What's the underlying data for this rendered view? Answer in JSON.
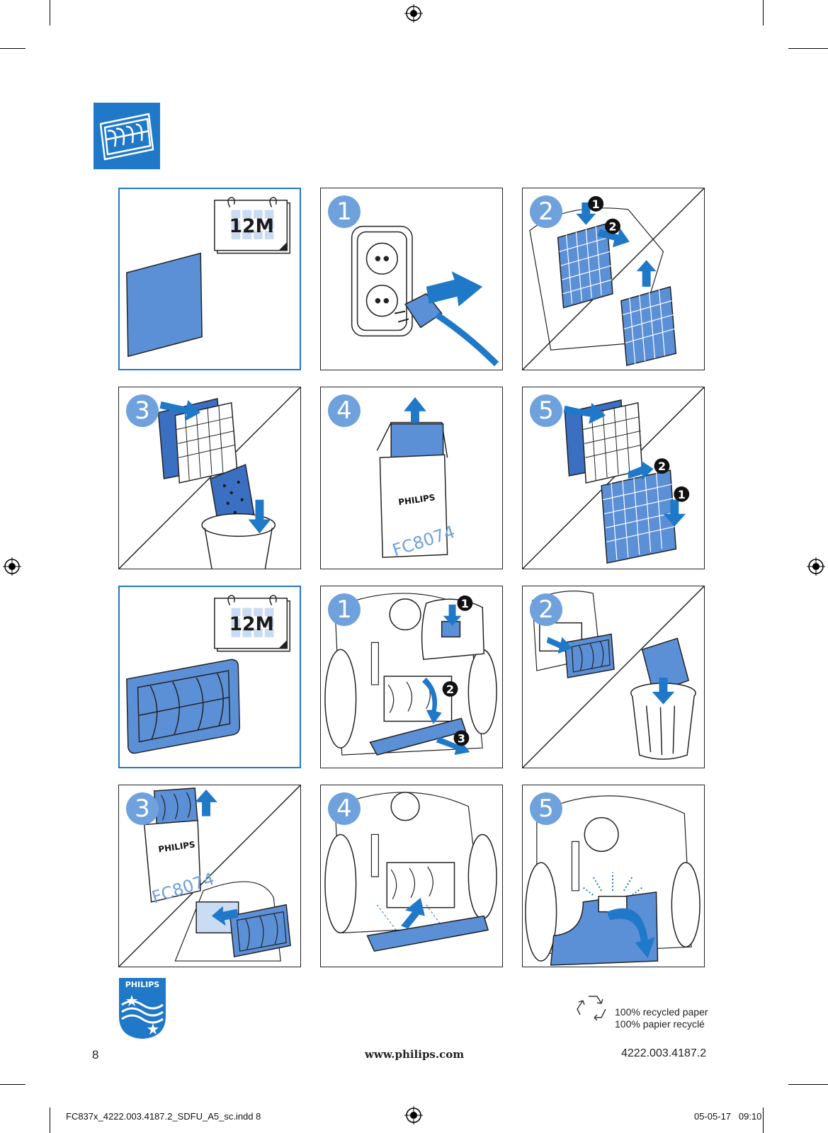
{
  "colors": {
    "philips_blue": "#1f78c8",
    "light_blue": "#6fa2dc",
    "filter_blue": "#5b8fd6",
    "line": "#222222"
  },
  "header": {
    "icon": "filter-icon"
  },
  "section_a": {
    "calendar_label": "12M",
    "steps": [
      "1",
      "2",
      "3",
      "4",
      "5"
    ],
    "badges": {
      "s2": [
        "1",
        "2"
      ],
      "s5": [
        "2",
        "1"
      ]
    },
    "box": {
      "brand": "PHILIPS",
      "model": "FC8074"
    }
  },
  "section_b": {
    "calendar_label": "12M",
    "steps": [
      "1",
      "2",
      "3",
      "4",
      "5"
    ],
    "badges": {
      "s1": [
        "1",
        "2",
        "3"
      ]
    },
    "box": {
      "brand": "PHILIPS",
      "model": "FC8074"
    }
  },
  "logo": {
    "brand": "PHILIPS"
  },
  "footer": {
    "page_number": "8",
    "website": "www.philips.com",
    "doc_code": "4222.003.4187.2",
    "recycled_line1": "100% recycled paper",
    "recycled_line2": "100% papier recyclé"
  },
  "slug": {
    "file": "FC837x_4222.003.4187.2_SDFU_A5_sc.indd   8",
    "datetime": "05-05-17   09:10"
  }
}
